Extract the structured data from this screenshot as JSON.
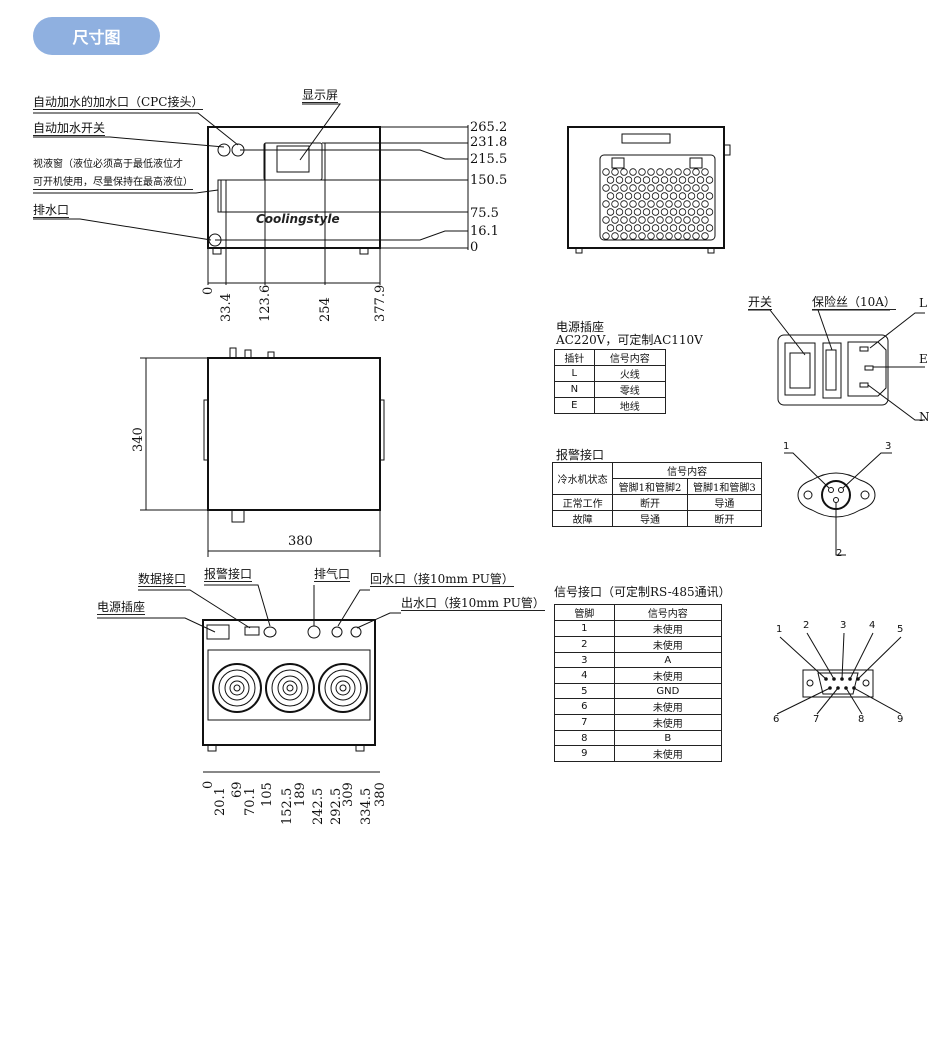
{
  "header": {
    "title": "尺寸图"
  },
  "front_view": {
    "labels": {
      "fill_port": "自动加水的加水口（CPC接头）",
      "auto_fill_switch": "自动加水开关",
      "sight_glass_line1": "视液窗（液位必须高于最低液位才",
      "sight_glass_line2": "可开机使用，尽量保持在最高液位）",
      "drain": "排水口",
      "display": "显示屏",
      "brand": "Coolingstyle"
    },
    "height_dims": [
      "265.2",
      "231.8",
      "215.5",
      "150.5",
      "75.5",
      "16.1",
      "0"
    ],
    "width_dims": [
      "0",
      "33.4",
      "123.6",
      "254",
      "377.9"
    ]
  },
  "top_view": {
    "depth": "340",
    "width": "380"
  },
  "rear_view": {
    "labels": {
      "data_port": "数据接口",
      "alarm_port": "报警接口",
      "vent": "排气口",
      "return_port": "回水口（接10mm PU管）",
      "outlet_port": "出水口（接10mm PU管）",
      "power_socket": "电源插座"
    },
    "width_dims": [
      "0",
      "20.1",
      "69",
      "70.1",
      "105",
      "152.5",
      "189",
      "242.5",
      "292.5",
      "309",
      "334.5",
      "380"
    ]
  },
  "power_socket": {
    "title": "电源插座",
    "subtitle": "AC220V，可定制AC110V",
    "headers": [
      "插针",
      "信号内容"
    ],
    "rows": [
      [
        "L",
        "火线"
      ],
      [
        "N",
        "零线"
      ],
      [
        "E",
        "地线"
      ]
    ],
    "diagram_labels": {
      "switch": "开关",
      "fuse": "保险丝（10A）",
      "L": "L",
      "E": "E",
      "N": "N"
    }
  },
  "alarm_port": {
    "title": "报警接口",
    "header_state": "冷水机状态",
    "header_signal": "信号内容",
    "sub_headers": [
      "管脚1和管脚2",
      "管脚1和管脚3"
    ],
    "rows": [
      [
        "正常工作",
        "断开",
        "导通"
      ],
      [
        "故障",
        "导通",
        "断开"
      ]
    ],
    "pins": [
      "1",
      "2",
      "3"
    ]
  },
  "signal_port": {
    "title": "信号接口（可定制RS-485通讯）",
    "headers": [
      "管脚",
      "信号内容"
    ],
    "rows": [
      [
        "1",
        "未使用"
      ],
      [
        "2",
        "未使用"
      ],
      [
        "3",
        "A"
      ],
      [
        "4",
        "未使用"
      ],
      [
        "5",
        "GND"
      ],
      [
        "6",
        "未使用"
      ],
      [
        "7",
        "未使用"
      ],
      [
        "8",
        "B"
      ],
      [
        "9",
        "未使用"
      ]
    ],
    "pins": [
      "1",
      "2",
      "3",
      "4",
      "5",
      "6",
      "7",
      "8",
      "9"
    ]
  }
}
